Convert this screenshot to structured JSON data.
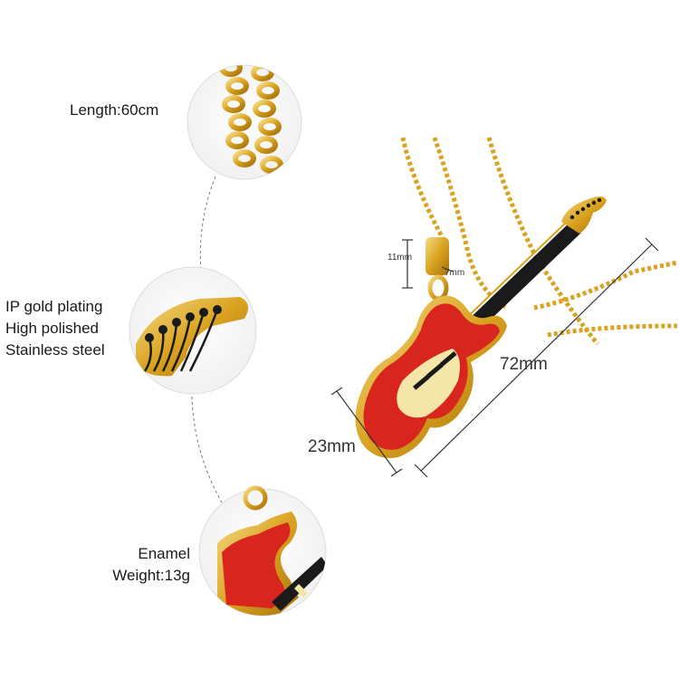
{
  "details": {
    "length": "Length:60cm",
    "plating": [
      "IP gold plating",
      "High polished",
      "Stainless steel"
    ],
    "enamel": [
      "Enamel",
      "Weight:13g"
    ]
  },
  "dimensions": {
    "bail_height": "11mm",
    "bail_width": "7mm",
    "length": "72mm",
    "width": "23mm"
  },
  "colors": {
    "gold": "#d9a21f",
    "gold_light": "#f3d27a",
    "red": "#d8261f",
    "cream": "#f4e6a8",
    "black": "#1a1a1a"
  }
}
